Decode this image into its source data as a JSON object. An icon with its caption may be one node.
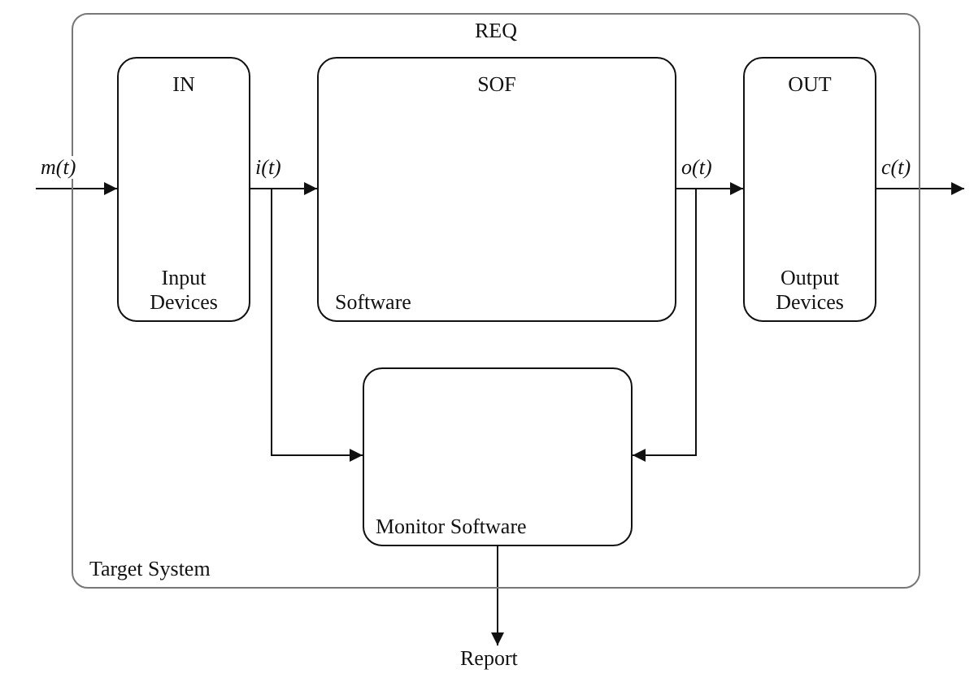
{
  "diagram": {
    "nodes": [
      {
        "text": [
          "REQ",
          "Target System"
        ]
      },
      {
        "text": [
          "IN",
          "Input Devices"
        ],
        "in": 0
      },
      {
        "text": [
          "SOF",
          "Software"
        ],
        "in": 0
      },
      {
        "text": [
          "OUT",
          "Output Devices"
        ],
        "in": 0
      },
      {
        "text": [
          "Monitor Software"
        ],
        "in": 0
      },
      {
        "text": [
          "Report"
        ]
      }
    ],
    "edges": [
      {
        "from": null,
        "to": 1,
        "arrow": "to",
        "label": "m(t)"
      },
      {
        "from": 1,
        "to": 2,
        "arrow": "to",
        "label": "i(t)"
      },
      {
        "from": 2,
        "to": 3,
        "arrow": "to",
        "label": "o(t)"
      },
      {
        "from": 3,
        "to": null,
        "arrow": "to",
        "label": "c(t)"
      },
      {
        "from": 1,
        "to": 4,
        "arrow": "to"
      },
      {
        "from": 2,
        "to": 4,
        "arrow": "to"
      },
      {
        "from": 4,
        "to": 5,
        "arrow": "to"
      }
    ]
  }
}
